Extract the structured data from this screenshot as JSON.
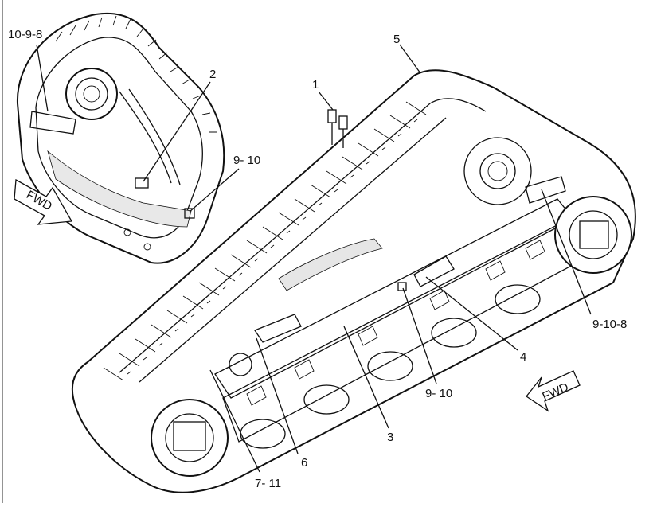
{
  "callouts": {
    "c_10_9_8": "10-9-8",
    "c_2": "2",
    "c_1": "1",
    "c_5": "5",
    "c_9_10_inset": "9- 10",
    "c_9_10_8": "9-10-8",
    "c_4": "4",
    "c_9_10": "9- 10",
    "c_3": "3",
    "c_6": "6",
    "c_7_11": "7- 11"
  },
  "arrows": {
    "inset_fwd": "FWD",
    "main_fwd": "FWD"
  }
}
